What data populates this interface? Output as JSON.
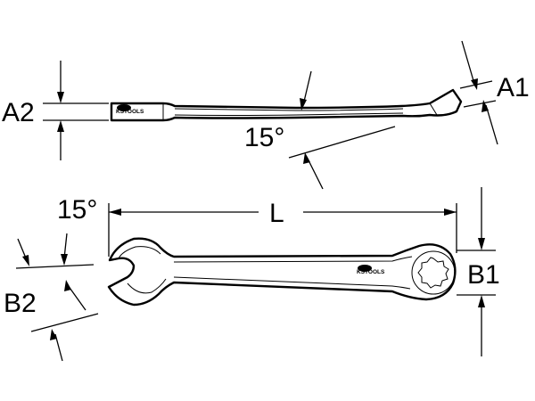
{
  "dimensions": {
    "a1": "A1",
    "a2": "A2",
    "b1": "B1",
    "b2": "B2",
    "length": "L",
    "angle_side_view": "15°",
    "angle_top_view": "15°"
  },
  "brand": {
    "logo_text": "KSTOOLS"
  }
}
